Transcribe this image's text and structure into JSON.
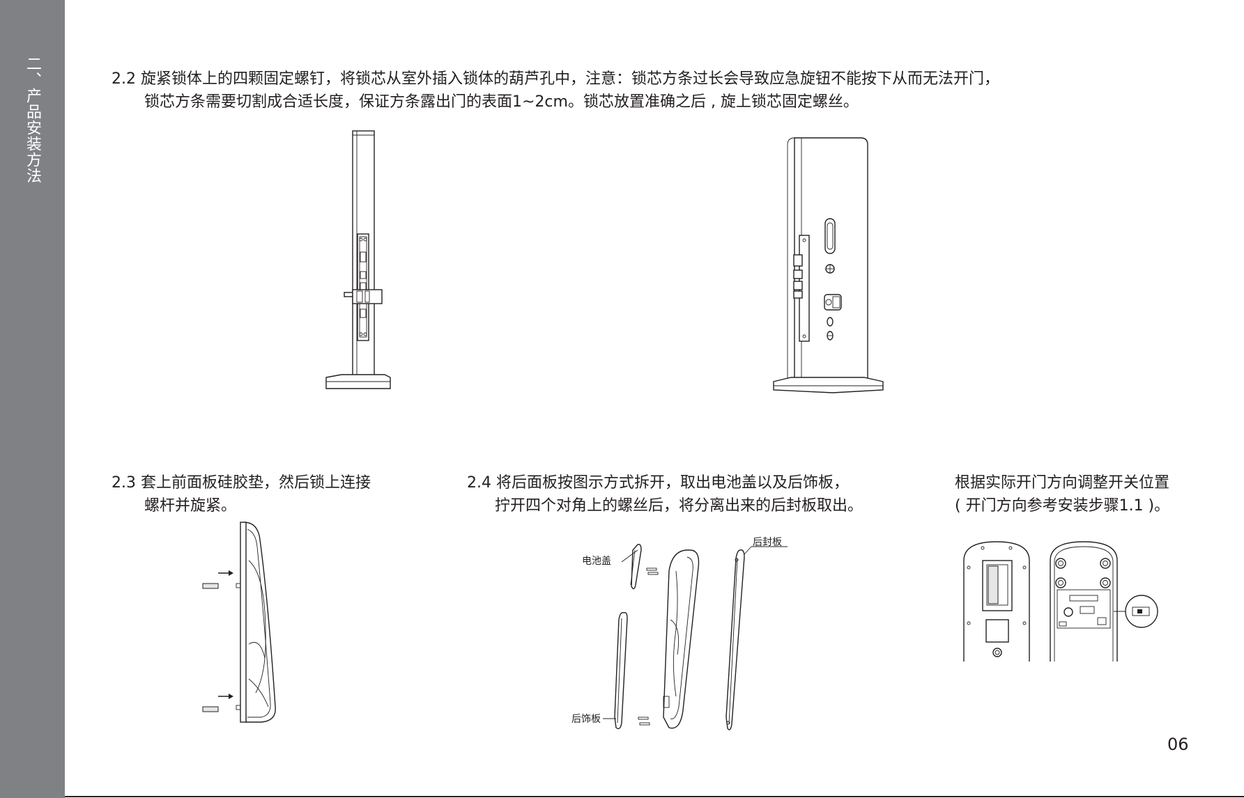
{
  "sidebar": {
    "title": "二、产品安装方法"
  },
  "step_2_2": {
    "line1": "2.2 旋紧锁体上的四颗固定螺钉，将锁芯从室外插入锁体的葫芦孔中，注意：锁芯方条过长会导致应急旋钮不能按下从而无法开门，",
    "line2": "锁芯方条需要切割成合适长度，保证方条露出门的表面1~2cm。锁芯放置准确之后 , 旋上锁芯固定螺丝。"
  },
  "step_2_3": {
    "line1": "2.3 套上前面板硅胶垫，然后锁上连接",
    "line2": "螺杆并旋紧。"
  },
  "step_2_4": {
    "line1": "2.4 将后面板按图示方式拆开，取出电池盖以及后饰板，",
    "line2": "拧开四个对角上的螺丝后，将分离出来的后封板取出。",
    "label_battery_cover": "电池盖",
    "label_rear_trim": "后饰板",
    "label_rear_seal": "后封板"
  },
  "step_switch": {
    "line1": "根据实际开门方向调整开关位置",
    "line2": "( 开门方向参考安装步骤1.1 )。"
  },
  "page_number": "06"
}
